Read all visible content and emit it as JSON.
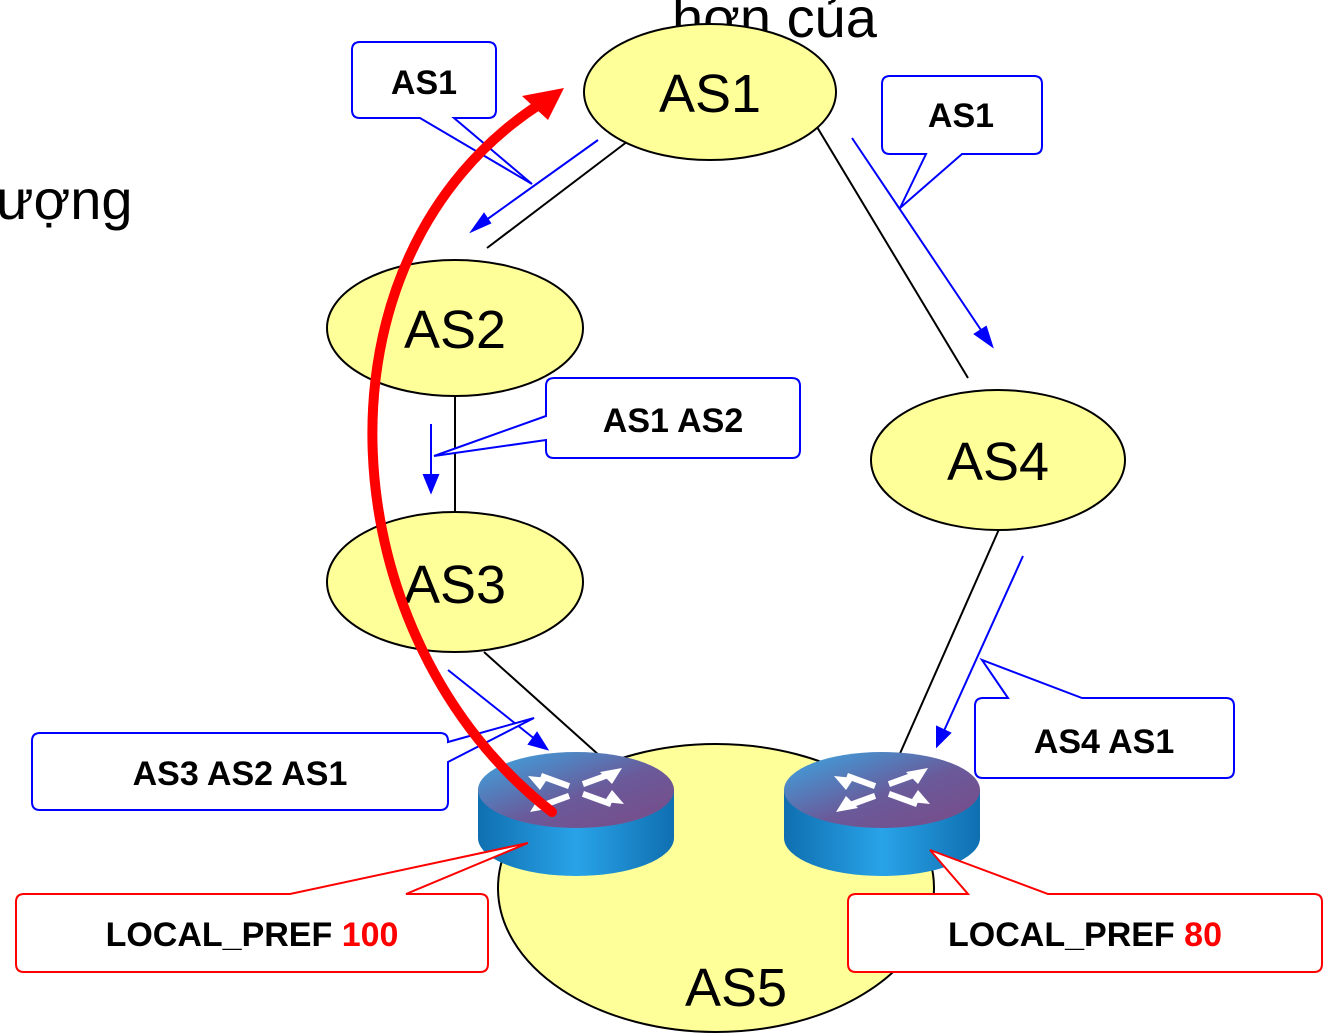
{
  "slide_fragments": {
    "line1": "hơn của",
    "line2": "ượng"
  },
  "nodes": {
    "as1": "AS1",
    "as2": "AS2",
    "as3": "AS3",
    "as4": "AS4",
    "as5": "AS5"
  },
  "callouts": {
    "as1_left": "AS1",
    "as1_right": "AS1",
    "as1_as2": "AS1 AS2",
    "as3_as2_as1": "AS3 AS2 AS1",
    "as4_as1": "AS4 AS1"
  },
  "local_pref": {
    "left_label": "LOCAL_PREF",
    "left_value": "100",
    "right_label": "LOCAL_PREF",
    "right_value": "80"
  },
  "colors": {
    "node_fill": "#ffff99",
    "callout_border": "#0000ff",
    "pref_border": "#ff0000",
    "best_path": "#ff0000",
    "router_body": "#1f8fd0"
  }
}
